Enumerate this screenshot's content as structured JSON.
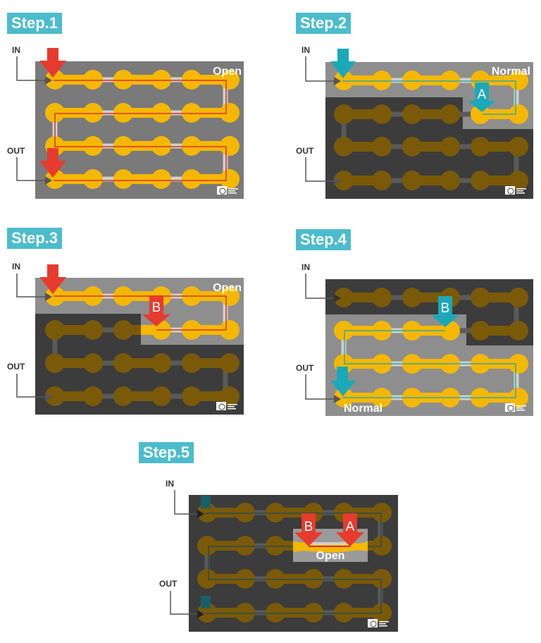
{
  "colors": {
    "step_badge": "#4cbccc",
    "panel_light": "#7a7a7a",
    "panel_lighter": "#8e8e8e",
    "panel_dark": "#3c3c3c",
    "pad_active": "#f5b800",
    "pad_inactive": "#7a5a08",
    "trace_light": "#cfcfcf",
    "trace_dark": "#5a5a5a",
    "arrow_red": "#e63b2e",
    "arrow_teal": "#1aa9b8",
    "arrow_teal_dim": "#1b5f66",
    "path_red": "#d9331f",
    "path_teal": "#3aa5a0",
    "path_dark": "#2c4a4a"
  },
  "steps": [
    {
      "id": 1,
      "label": "Step.1",
      "in_label": "IN",
      "out_label": "OUT",
      "status": "Open",
      "status_pos": "top-right",
      "arrows": [
        {
          "color": "red",
          "pos": "in"
        },
        {
          "color": "red",
          "pos": "out"
        }
      ]
    },
    {
      "id": 2,
      "label": "Step.2",
      "in_label": "IN",
      "out_label": "OUT",
      "status": "Normal",
      "status_pos": "top-right",
      "arrows": [
        {
          "color": "teal",
          "pos": "in"
        },
        {
          "color": "teal",
          "pos": "row2-right",
          "letter": "A"
        }
      ]
    },
    {
      "id": 3,
      "label": "Step.3",
      "in_label": "IN",
      "out_label": "OUT",
      "status": "Open",
      "status_pos": "top-right",
      "arrows": [
        {
          "color": "red",
          "pos": "in"
        },
        {
          "color": "red",
          "pos": "row2-mid",
          "letter": "B"
        }
      ]
    },
    {
      "id": 4,
      "label": "Step.4",
      "in_label": "IN",
      "out_label": "OUT",
      "status": "Normal",
      "status_pos": "bottom-left",
      "arrows": [
        {
          "color": "teal",
          "pos": "row2-mid",
          "letter": "B"
        },
        {
          "color": "teal",
          "pos": "out"
        }
      ]
    },
    {
      "id": 5,
      "label": "Step.5",
      "in_label": "IN",
      "out_label": "OUT",
      "status": "Open",
      "status_pos": "center-box",
      "arrows": [
        {
          "color": "red",
          "pos": "row2-mid",
          "letter": "B"
        },
        {
          "color": "red",
          "pos": "row2-right",
          "letter": "A"
        }
      ]
    }
  ]
}
